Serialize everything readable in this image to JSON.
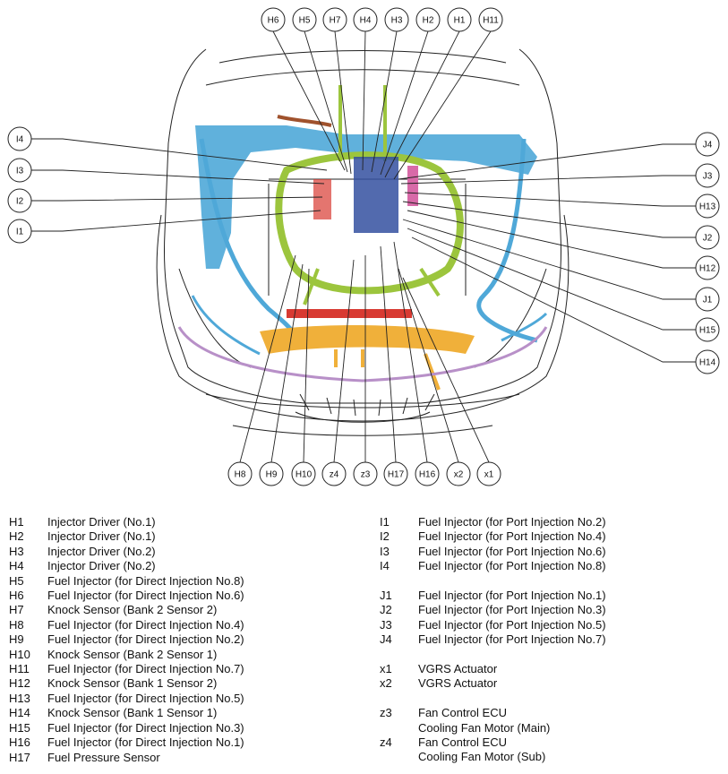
{
  "callouts": {
    "top": [
      "H6",
      "H5",
      "H7",
      "H4",
      "H3",
      "H2",
      "H1",
      "H11"
    ],
    "left": [
      "I4",
      "I3",
      "I2",
      "I1"
    ],
    "right": [
      "J4",
      "J3",
      "H13",
      "J2",
      "H12",
      "J1",
      "H15",
      "H14"
    ],
    "bottom": [
      "H8",
      "H9",
      "H10",
      "z4",
      "z3",
      "H17",
      "H16",
      "x2",
      "x1"
    ]
  },
  "harness_colors": {
    "blue": "#4fa8d8",
    "green": "#9cc53d",
    "navy": "#3450a0",
    "orange": "#f0b03a",
    "red": "#d83a32",
    "purple": "#b890c8",
    "brown": "#a0522d",
    "pink": "#d86aa8"
  },
  "legend": {
    "left": [
      {
        "code": "H1",
        "desc": "Injector Driver (No.1)"
      },
      {
        "code": "H2",
        "desc": "Injector Driver (No.1)"
      },
      {
        "code": "H3",
        "desc": "Injector Driver (No.2)"
      },
      {
        "code": "H4",
        "desc": "Injector Driver (No.2)"
      },
      {
        "code": "H5",
        "desc": "Fuel Injector (for Direct Injection No.8)"
      },
      {
        "code": "H6",
        "desc": "Fuel Injector (for Direct Injection No.6)"
      },
      {
        "code": "H7",
        "desc": "Knock Sensor (Bank 2 Sensor 2)"
      },
      {
        "code": "H8",
        "desc": "Fuel Injector (for Direct Injection No.4)"
      },
      {
        "code": "H9",
        "desc": "Fuel Injector (for Direct Injection No.2)"
      },
      {
        "code": "H10",
        "desc": "Knock Sensor (Bank 2 Sensor 1)"
      },
      {
        "code": "H11",
        "desc": "Fuel Injector (for Direct Injection No.7)"
      },
      {
        "code": "H12",
        "desc": "Knock Sensor (Bank 1 Sensor 2)"
      },
      {
        "code": "H13",
        "desc": "Fuel Injector (for Direct Injection No.5)"
      },
      {
        "code": "H14",
        "desc": "Knock Sensor (Bank 1 Sensor 1)"
      },
      {
        "code": "H15",
        "desc": "Fuel Injector (for Direct Injection No.3)"
      },
      {
        "code": "H16",
        "desc": "Fuel Injector (for Direct Injection No.1)"
      },
      {
        "code": "H17",
        "desc": "Fuel Pressure Sensor"
      }
    ],
    "right": [
      {
        "code": "I1",
        "desc": "Fuel Injector (for Port Injection No.2)"
      },
      {
        "code": "I2",
        "desc": "Fuel Injector (for Port Injection No.4)"
      },
      {
        "code": "I3",
        "desc": "Fuel Injector (for Port Injection No.6)"
      },
      {
        "code": "I4",
        "desc": "Fuel Injector (for Port Injection No.8)"
      },
      {
        "code": "J1",
        "desc": "Fuel Injector (for Port Injection No.1)",
        "gap": true
      },
      {
        "code": "J2",
        "desc": "Fuel Injector (for Port Injection No.3)"
      },
      {
        "code": "J3",
        "desc": "Fuel Injector (for Port Injection No.5)"
      },
      {
        "code": "J4",
        "desc": "Fuel Injector (for Port Injection No.7)"
      },
      {
        "code": "x1",
        "desc": "VGRS Actuator",
        "gap": true
      },
      {
        "code": "x2",
        "desc": "VGRS Actuator"
      },
      {
        "code": "z3",
        "desc": "Fan Control ECU",
        "gap": true
      },
      {
        "code": "",
        "desc": "Cooling Fan Motor (Main)"
      },
      {
        "code": "z4",
        "desc": "Fan Control ECU"
      },
      {
        "code": "",
        "desc": "Cooling Fan Motor (Sub)"
      }
    ]
  }
}
